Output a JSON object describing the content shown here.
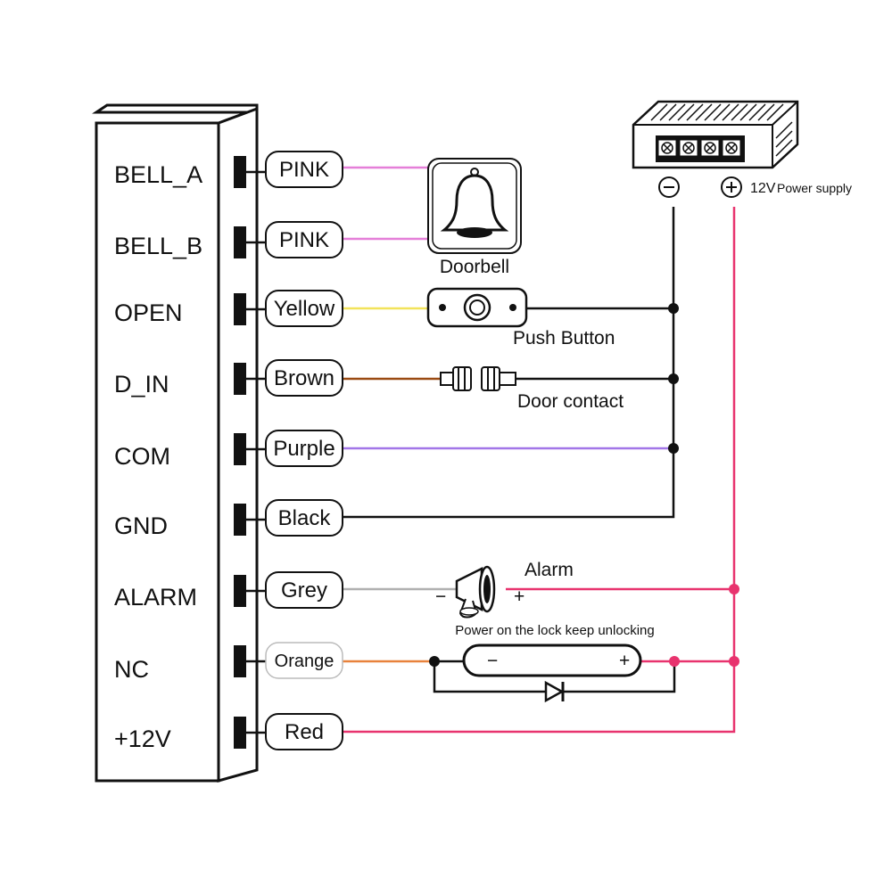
{
  "terminals": [
    {
      "name": "BELL_A",
      "wire": "PINK",
      "color": "#e57fd8"
    },
    {
      "name": "BELL_B",
      "wire": "PINK",
      "color": "#e57fd8"
    },
    {
      "name": "OPEN",
      "wire": "Yellow",
      "color": "#f2e35a"
    },
    {
      "name": "D_IN",
      "wire": "Brown",
      "color": "#9a4a12"
    },
    {
      "name": "COM",
      "wire": "Purple",
      "color": "#a276e8"
    },
    {
      "name": "GND",
      "wire": "Black",
      "color": "#111111"
    },
    {
      "name": "ALARM",
      "wire": "Grey",
      "color": "#b0b0b0"
    },
    {
      "name": "NC",
      "wire": "Orange",
      "color": "#e8823c"
    },
    {
      "name": "+12V",
      "wire": "Red",
      "color": "#e8336e"
    }
  ],
  "devices": {
    "doorbell": "Doorbell",
    "push_button": "Push Button",
    "door_contact": "Door contact",
    "alarm": "Alarm",
    "lock": "Power on the lock keep unlocking"
  },
  "power_supply": {
    "volt": "12V",
    "label": "Power supply",
    "minus_symbol": "−",
    "plus_symbol": "+"
  },
  "polarity": {
    "minus": "−",
    "plus": "+"
  },
  "colors": {
    "positive_wire": "#e8336e",
    "negative_wire": "#111111"
  }
}
